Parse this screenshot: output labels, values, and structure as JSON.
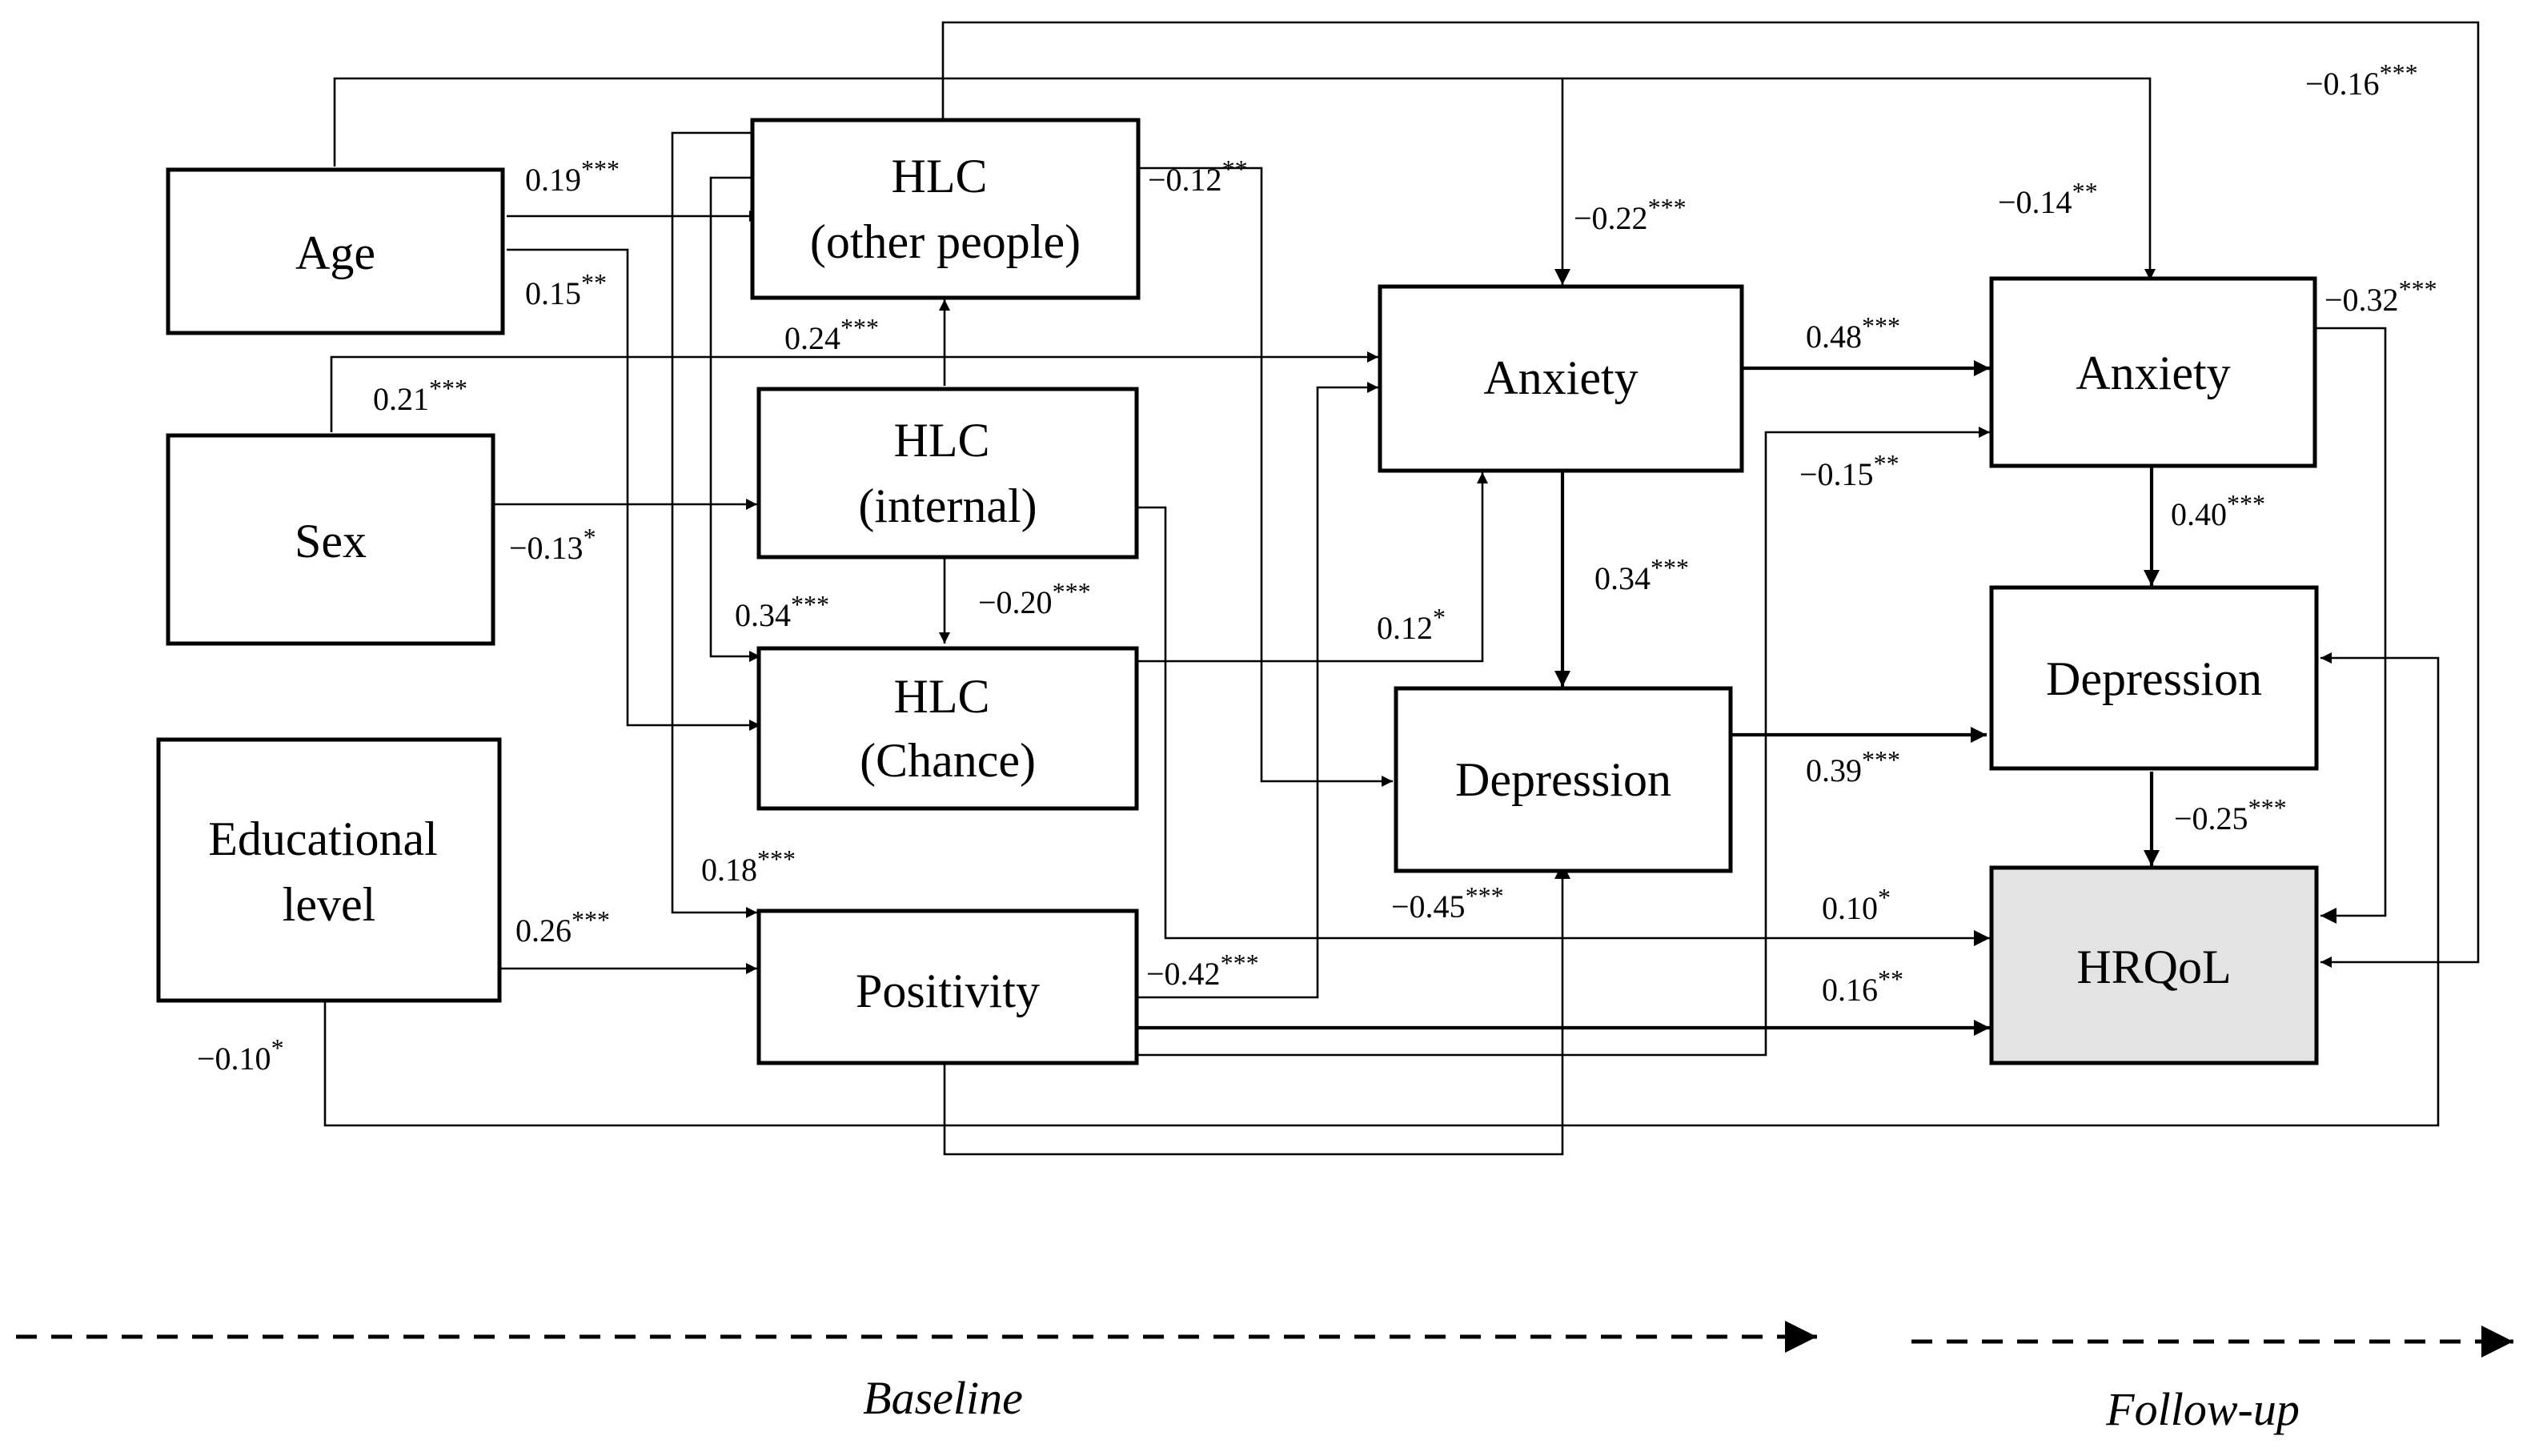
{
  "nodes": {
    "age": [
      "Age"
    ],
    "sex": [
      "Sex"
    ],
    "edu": [
      "Educational",
      "level"
    ],
    "hlc_other": [
      "HLC",
      "(other people)"
    ],
    "hlc_internal": [
      "HLC",
      "(internal)"
    ],
    "hlc_chance": [
      "HLC",
      "(Chance)"
    ],
    "positivity": [
      "Positivity"
    ],
    "anx_base": [
      "Anxiety"
    ],
    "dep_base": [
      "Depression"
    ],
    "anx_fu": [
      "Anxiety"
    ],
    "dep_fu": [
      "Depression"
    ],
    "hrqol": [
      "HRQoL"
    ]
  },
  "coefficients": {
    "age_hlc_other": {
      "value": "0.19",
      "sig": "***"
    },
    "age_hlc_chance": {
      "value": "0.15",
      "sig": "**"
    },
    "age_anx_fu": {
      "value": "−0.14",
      "sig": "**"
    },
    "age_hrqol": {
      "value": "−0.16",
      "sig": "***"
    },
    "sex_anx_base": {
      "value": "0.21",
      "sig": "***"
    },
    "sex_hlc_chance": {
      "value": "−0.13",
      "sig": "*"
    },
    "edu_positivity": {
      "value": "0.26",
      "sig": "***"
    },
    "edu_dep_fu": {
      "value": "−0.10",
      "sig": "*"
    },
    "internal_other": {
      "value": "0.24",
      "sig": "***"
    },
    "internal_chance": {
      "value": "−0.20",
      "sig": "***"
    },
    "other_chance": {
      "value": "0.34",
      "sig": "***"
    },
    "other_positivity": {
      "value": "0.18",
      "sig": "***"
    },
    "other_dep_base": {
      "value": "−0.12",
      "sig": "**"
    },
    "other_anx_base": {
      "value": "−0.22",
      "sig": "***"
    },
    "chance_anx_base": {
      "value": "0.12",
      "sig": "*"
    },
    "internal_hrqol": {
      "value": "0.10",
      "sig": "*"
    },
    "positivity_anx_base": {
      "value": "−0.42",
      "sig": "***"
    },
    "positivity_dep_base": {
      "value": "−0.45",
      "sig": "***"
    },
    "positivity_hrqol": {
      "value": "0.16",
      "sig": "**"
    },
    "positivity_anx_fu": {
      "value": "−0.15",
      "sig": "**"
    },
    "anx_base_dep_base": {
      "value": "0.34",
      "sig": "***"
    },
    "anx_base_anx_fu": {
      "value": "0.48",
      "sig": "***"
    },
    "dep_base_dep_fu": {
      "value": "0.39",
      "sig": "***"
    },
    "anx_fu_dep_fu": {
      "value": "0.40",
      "sig": "***"
    },
    "anx_fu_hrqol": {
      "value": "−0.32",
      "sig": "***"
    },
    "dep_fu_hrqol": {
      "value": "−0.25",
      "sig": "***"
    }
  },
  "phases": {
    "baseline": "Baseline",
    "followup": "Follow-up"
  }
}
